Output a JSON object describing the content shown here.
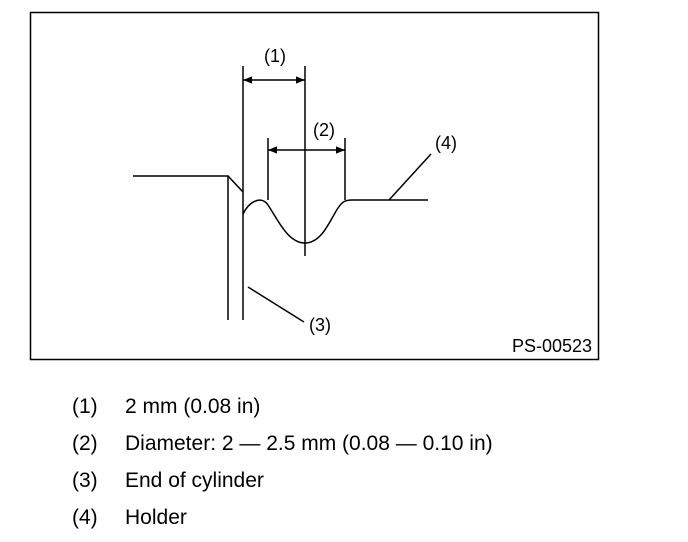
{
  "figure": {
    "code": "PS-00523",
    "callouts": [
      "(1)",
      "(2)",
      "(3)",
      "(4)"
    ]
  },
  "legend": [
    {
      "num": "(1)",
      "text": "2 mm (0.08 in)"
    },
    {
      "num": "(2)",
      "text": "Diameter: 2 — 2.5 mm (0.08 — 0.10 in)"
    },
    {
      "num": "(3)",
      "text": "End of cylinder"
    },
    {
      "num": "(4)",
      "text": "Holder"
    }
  ]
}
